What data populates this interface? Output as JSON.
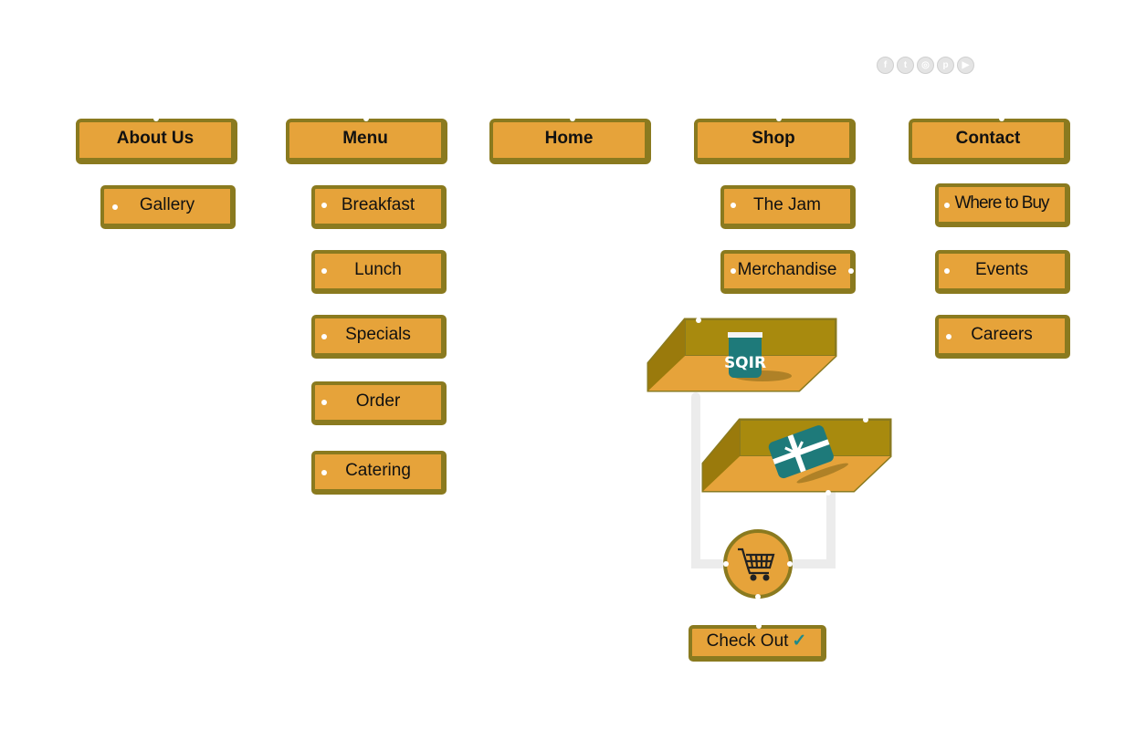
{
  "social": {
    "icons": [
      "facebook-icon",
      "twitter-icon",
      "instagram-icon",
      "pinterest-icon",
      "youtube-icon"
    ],
    "glyphs": [
      "f",
      "t",
      "◎",
      "p",
      "▶"
    ]
  },
  "nav": {
    "about": "About Us",
    "menu": "Menu",
    "home": "Home",
    "shop": "Shop",
    "contact": "Contact"
  },
  "about_sub": {
    "gallery": "Gallery"
  },
  "menu_sub": {
    "breakfast": "Breakfast",
    "lunch": "Lunch",
    "specials": "Specials",
    "order": "Order",
    "catering": "Catering"
  },
  "shop_sub": {
    "jam": "The Jam",
    "merch": "Merchandise"
  },
  "contact_sub": {
    "where": "Where to Buy",
    "events": "Events",
    "careers": "Careers"
  },
  "jar_label": "SQIR",
  "checkout": {
    "label": "Check Out",
    "tick": "✓"
  },
  "colors": {
    "button_fill": "#e6a33a",
    "button_border": "#8a7a1f",
    "shelf": "#b08c10",
    "accent_teal": "#1e7a7a"
  }
}
